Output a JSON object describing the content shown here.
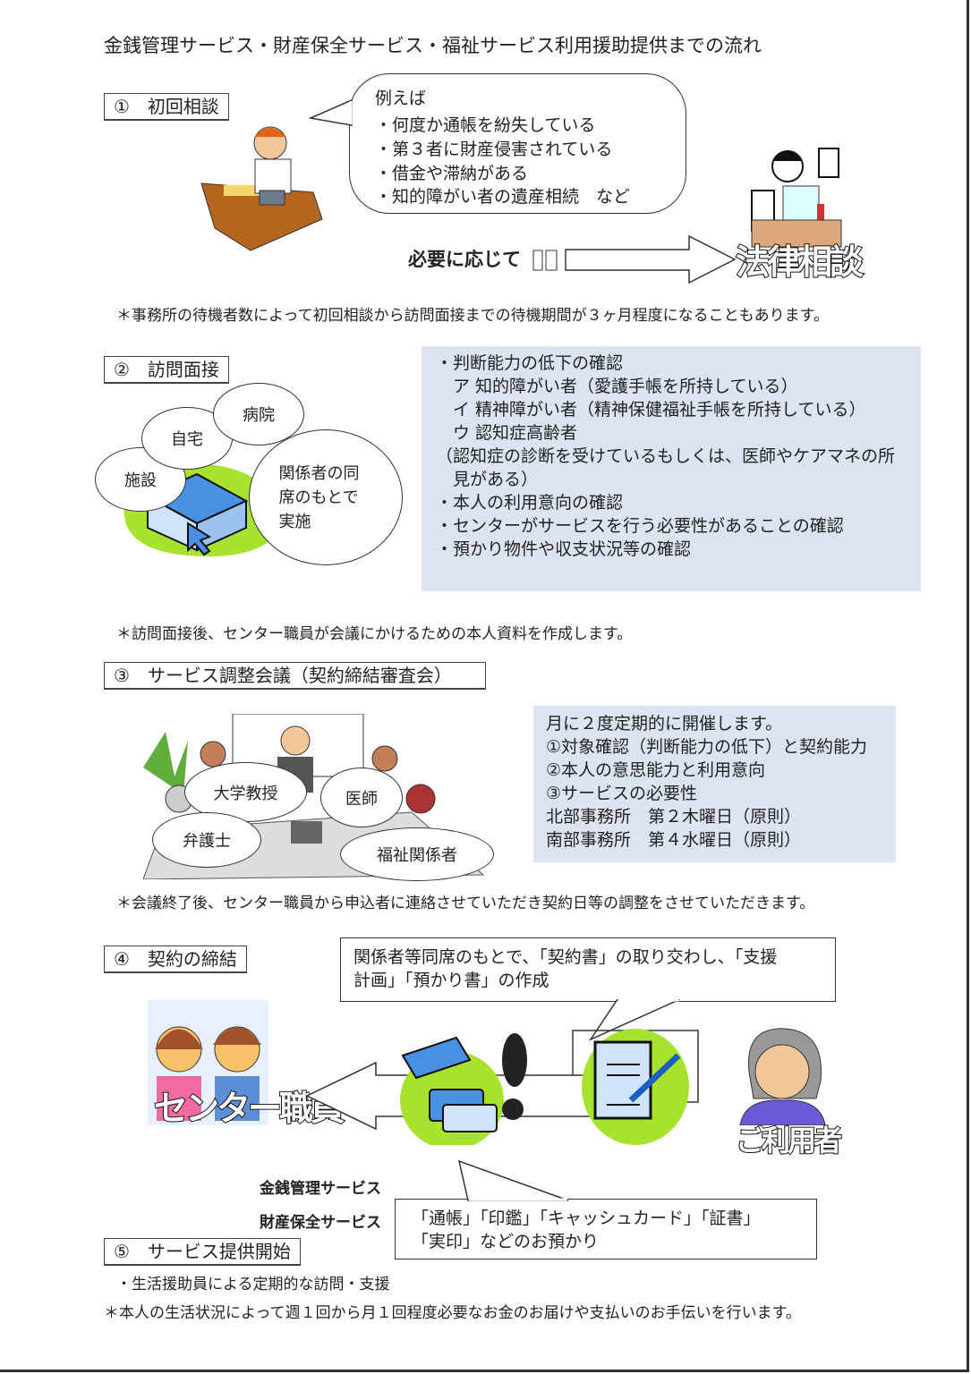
{
  "title": "金銭管理サービス・財産保全サービス・福祉サービス利用援助提供までの流れ",
  "step1": {
    "label": "①　初回相談",
    "bubble_heading": "例えば",
    "bubble_items": [
      "・何度か通帳を紛失している",
      "・第３者に財産侵害されている",
      "・借金や滞納がある",
      "・知的障がい者の遺産相続　など"
    ],
    "arrow_label": "必要に応じて",
    "legal_label": "法律相談",
    "note": "＊事務所の待機者数によって初回相談から訪問面接までの待機期間が３ヶ月程度になることもあります。"
  },
  "step2": {
    "label": "②　訪問面接",
    "places": [
      "施設",
      "自宅",
      "病院"
    ],
    "attendance": "関係者の同席のもとで実施",
    "checks": [
      "・判断能力の低下の確認",
      "　ア 知的障がい者（愛護手帳を所持している）",
      "　イ 精神障がい者（精神保健福祉手帳を所持している）",
      "　ウ 認知症高齢者",
      "（認知症の診断を受けているもしくは、医師やケアマネの所",
      "　見がある）",
      "・本人の利用意向の確認",
      "・センターがサービスを行う必要性があることの確認",
      "・預かり物件や収支状況等の確認"
    ],
    "note": "＊訪問面接後、センター職員が会議にかけるための本人資料を作成します。"
  },
  "step3": {
    "label": "③　サービス調整会議（契約締結審査会）",
    "members": [
      "大学教授",
      "医師",
      "弁護士",
      "福祉関係者"
    ],
    "info": [
      "月に２度定期的に開催します。",
      "①対象確認（判断能力の低下）と契約能力",
      "②本人の意思能力と利用意向",
      "③サービスの必要性",
      "北部事務所　第２木曜日（原則）",
      "南部事務所　第４水曜日（原則）"
    ],
    "note": "＊会議終了後、センター職員から申込者に連絡させていただき契約日等の調整をさせていただきます。"
  },
  "step4": {
    "label": "④　契約の締結",
    "contract_bubble": [
      "関係者等同席のもとで、「契約書」の取り交わし、「支援",
      "計画」「預かり書」の作成"
    ],
    "staff_label": "センター職員",
    "user_label": "ご利用者",
    "services": [
      "金銭管理サービス",
      "財産保全サービス"
    ],
    "deposit_bubble": [
      "「通帳」「印鑑」「キャッシュカード」「証書」",
      "「実印」などのお預かり"
    ]
  },
  "step5": {
    "label": "⑤　サービス提供開始",
    "item": "・生活援助員による定期的な訪問・支援",
    "note": "＊本人の生活状況によって週１回から月１回程度必要なお金のお届けや支払いのお手伝いを行います。"
  },
  "colors": {
    "box_blue": "#dbe4f0",
    "green": "#a6e22e",
    "skin": "#f3c79a",
    "desk": "#b5651d"
  }
}
